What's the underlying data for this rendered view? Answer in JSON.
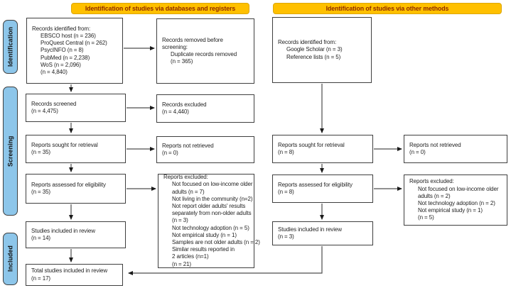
{
  "headers": {
    "databases": "Identification of studies via databases and registers",
    "other": "Identification of studies via other methods"
  },
  "stages": {
    "identification": "Identification",
    "screening": "Screening",
    "included": "Included"
  },
  "colors": {
    "header_bg": "#FFC000",
    "header_text": "#8E2A00",
    "stage_label_bg": "#8DC6EA",
    "box_border": "#3F3F3F",
    "arrow": "#4D4D4D"
  },
  "boxes": {
    "db_identified": {
      "lines": [
        {
          "t": "Records identified from:",
          "i": 0
        },
        {
          "t": "EBSCO host (n = 236)",
          "i": 1
        },
        {
          "t": "ProQuest Central (n = 262)",
          "i": 1
        },
        {
          "t": "PsycINFO (n = 8)",
          "i": 1
        },
        {
          "t": "PubMed (n = 2,238)",
          "i": 1
        },
        {
          "t": "WoS (n = 2,096)",
          "i": 1
        },
        {
          "t": "(n = 4,840)",
          "i": 1
        }
      ]
    },
    "db_removed": {
      "lines": [
        {
          "t": "Records removed before",
          "i": 0
        },
        {
          "t": "screening:",
          "i": 0
        },
        {
          "t": "Duplicate records removed",
          "i": 1
        },
        {
          "t": "(n = 365)",
          "i": 1
        }
      ]
    },
    "db_screened": {
      "lines": [
        {
          "t": "Records screened",
          "i": 0
        },
        {
          "t": "(n = 4,475)",
          "i": 0
        }
      ]
    },
    "db_excluded": {
      "lines": [
        {
          "t": "Records excluded",
          "i": 0
        },
        {
          "t": "(n = 4,440)",
          "i": 0
        }
      ]
    },
    "db_sought": {
      "lines": [
        {
          "t": "Reports sought for retrieval",
          "i": 0
        },
        {
          "t": "(n = 35)",
          "i": 0
        }
      ]
    },
    "db_not_retrieved": {
      "lines": [
        {
          "t": "Reports not retrieved",
          "i": 0
        },
        {
          "t": "(n = 0)",
          "i": 0
        }
      ]
    },
    "db_assessed": {
      "lines": [
        {
          "t": "Reports assessed for eligibility",
          "i": 0
        },
        {
          "t": "(n = 35)",
          "i": 0
        }
      ]
    },
    "db_reports_excluded": {
      "lines": [
        {
          "t": "Reports excluded:",
          "i": 0
        },
        {
          "t": "Not focused on low-income older",
          "i": 1
        },
        {
          "t": "adults (n = 7)",
          "i": 1
        },
        {
          "t": "Not living in the community (n=2)",
          "i": 1
        },
        {
          "t": "Not report older adults' results",
          "i": 1
        },
        {
          "t": "separately from non-older adults",
          "i": 1
        },
        {
          "t": "(n = 3)",
          "i": 1
        },
        {
          "t": "Not technology adoption (n = 5)",
          "i": 1
        },
        {
          "t": "Not empirical study (n = 1)",
          "i": 1
        },
        {
          "t": "Samples are not older adults (n = 2)",
          "i": 1
        },
        {
          "t": "Similar results reported in",
          "i": 1
        },
        {
          "t": "2 articles (n=1)",
          "i": 1
        },
        {
          "t": "(n = 21)",
          "i": 1
        }
      ]
    },
    "db_included": {
      "lines": [
        {
          "t": "Studies included in review",
          "i": 0
        },
        {
          "t": "(n = 14)",
          "i": 0
        }
      ]
    },
    "total_included": {
      "lines": [
        {
          "t": "Total studies included in review",
          "i": 0
        },
        {
          "t": "(n = 17)",
          "i": 0
        }
      ]
    },
    "om_identified": {
      "lines": [
        {
          "t": "Records identified from:",
          "i": 0
        },
        {
          "t": "Google Scholar (n = 3)",
          "i": 1
        },
        {
          "t": "Reference lists (n = 5)",
          "i": 1
        }
      ]
    },
    "om_sought": {
      "lines": [
        {
          "t": "Reports sought for retrieval",
          "i": 0
        },
        {
          "t": "(n = 8)",
          "i": 0
        }
      ]
    },
    "om_not_retrieved": {
      "lines": [
        {
          "t": "Reports not retrieved",
          "i": 0
        },
        {
          "t": "(n = 0)",
          "i": 0
        }
      ]
    },
    "om_assessed": {
      "lines": [
        {
          "t": "Reports assessed for eligibility",
          "i": 0
        },
        {
          "t": "(n = 8)",
          "i": 0
        }
      ]
    },
    "om_reports_excluded": {
      "lines": [
        {
          "t": "Reports excluded:",
          "i": 0
        },
        {
          "t": "Not focused on low-income older",
          "i": 1
        },
        {
          "t": "adults (n = 2)",
          "i": 1
        },
        {
          "t": "Not technology adoption (n = 2)",
          "i": 1
        },
        {
          "t": "Not empirical study (n = 1)",
          "i": 1
        },
        {
          "t": "(n = 5)",
          "i": 1
        }
      ]
    },
    "om_included": {
      "lines": [
        {
          "t": "Studies included in review",
          "i": 0
        },
        {
          "t": "(n = 3)",
          "i": 0
        }
      ]
    }
  }
}
